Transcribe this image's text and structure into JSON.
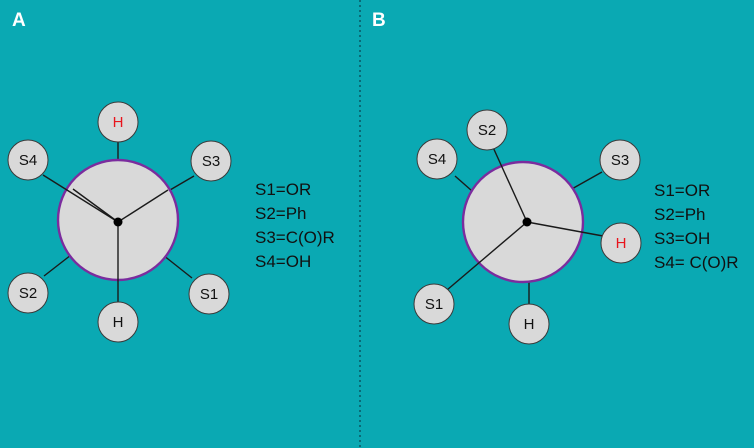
{
  "panels": [
    {
      "letter": "A",
      "substituents": [
        {
          "label": "H",
          "highlight": true
        },
        {
          "label": "S3",
          "highlight": false
        },
        {
          "label": "S1",
          "highlight": false
        },
        {
          "label": "H",
          "highlight": false
        },
        {
          "label": "S2",
          "highlight": false
        },
        {
          "label": "S4",
          "highlight": false
        }
      ],
      "legend": [
        "S1=OR",
        "S2=Ph",
        "S3=C(O)R",
        "S4=OH"
      ]
    },
    {
      "letter": "B",
      "substituents": [
        {
          "label": "S2",
          "highlight": false
        },
        {
          "label": "S3",
          "highlight": false
        },
        {
          "label": "H",
          "highlight": true
        },
        {
          "label": "H",
          "highlight": false
        },
        {
          "label": "S1",
          "highlight": false
        },
        {
          "label": "S4",
          "highlight": false
        }
      ],
      "legend": [
        "S1=OR",
        "S2=Ph",
        "S3=OH",
        "S4= C(O)R"
      ]
    }
  ],
  "colors": {
    "background": "#0aa9b3",
    "circle_fill": "#d9d9d9",
    "circle_outline": "#7b2c9e",
    "highlight_text": "#e8141c"
  }
}
